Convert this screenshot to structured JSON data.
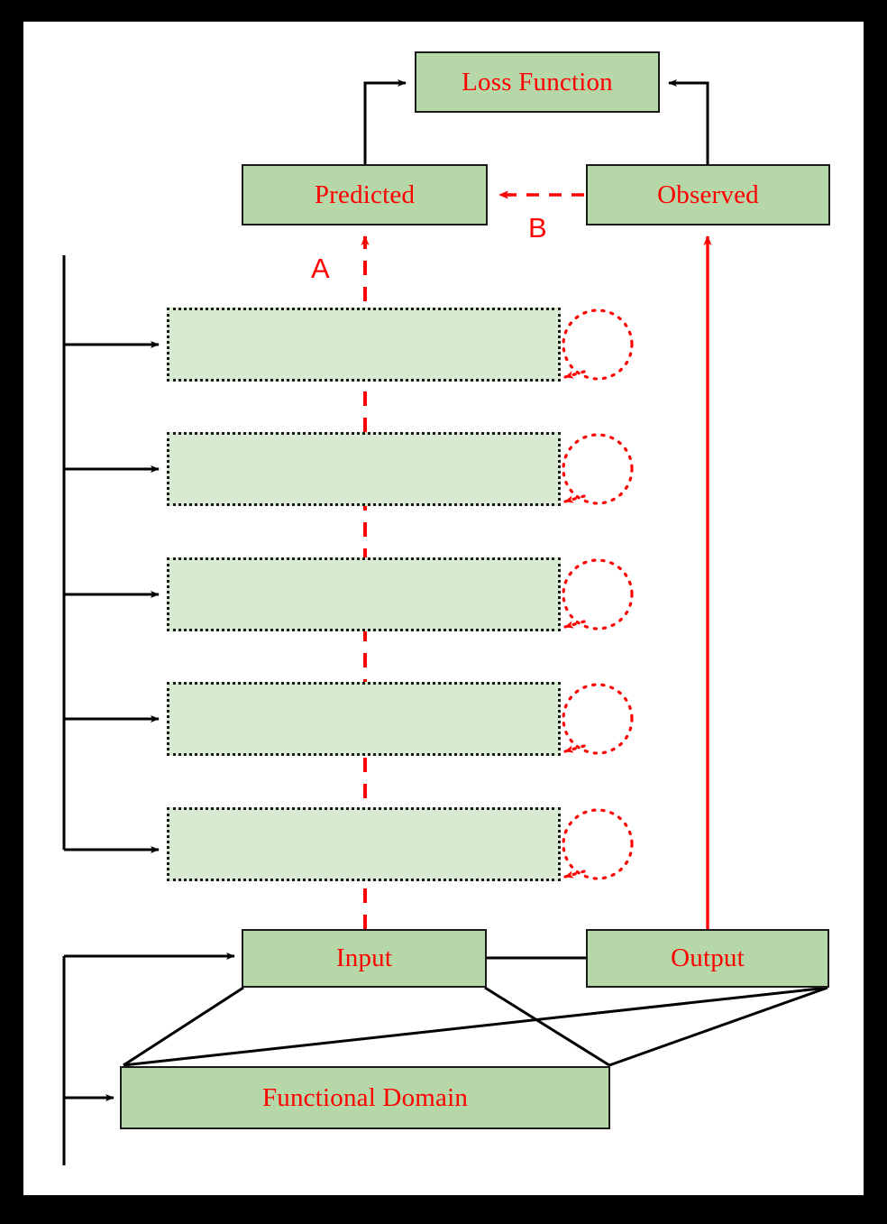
{
  "figure": {
    "kind": "flow-diagram",
    "background_color": "#000000",
    "panel_color": "#ffffff",
    "text_color": "#ff0000",
    "solid_node_fill": "#b6d7a8",
    "dotted_node_fill": "#d9ead3",
    "node_border_color": "#1a1a1a",
    "solid_edge_color": "#000000",
    "highlight_edge_color": "#ff0000"
  },
  "nodes": {
    "loss_function": {
      "label": "Loss Function",
      "style": "solid"
    },
    "predicted": {
      "label": "Predicted",
      "style": "solid"
    },
    "observed": {
      "label": "Observed",
      "style": "solid"
    },
    "input": {
      "label": "Input",
      "style": "solid"
    },
    "output": {
      "label": "Output",
      "style": "solid"
    },
    "functional_domain": {
      "label": "Functional Domain",
      "style": "solid"
    },
    "layers": [
      {
        "label": "",
        "style": "dotted",
        "self_loop": true
      },
      {
        "label": "",
        "style": "dotted",
        "self_loop": true
      },
      {
        "label": "",
        "style": "dotted",
        "self_loop": true
      },
      {
        "label": "",
        "style": "dotted",
        "self_loop": true
      },
      {
        "label": "",
        "style": "dotted",
        "self_loop": true
      }
    ]
  },
  "edge_labels": {
    "a": "A",
    "b": "B"
  }
}
